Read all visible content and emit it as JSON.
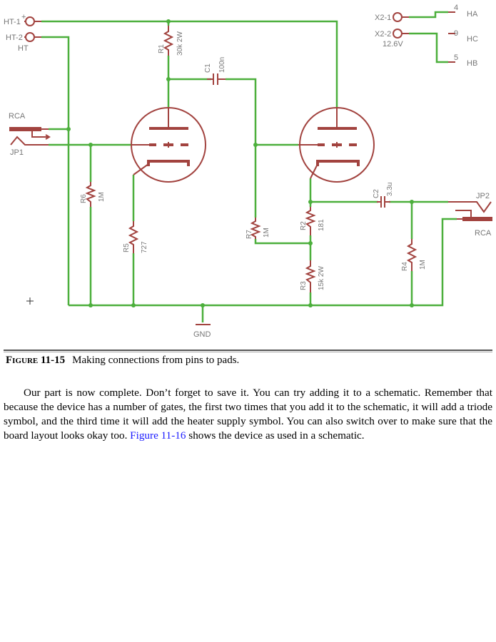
{
  "schematic": {
    "pads": {
      "ht1": "HT-1",
      "ht1_sup": "+",
      "ht2": "HT-2",
      "ht": "HT",
      "x21": "X2-1",
      "x22": "X2-2",
      "v126": "12.6V"
    },
    "heater": {
      "p4": "4",
      "p9": "9",
      "p5": "5",
      "ha": "HA",
      "hc": "HC",
      "hb": "HB"
    },
    "parts": {
      "r1": "R1",
      "r1v": "30k 2W",
      "c1": "C1",
      "c1v": "100n",
      "r6": "R6",
      "r6v": "1M",
      "r5": "R5",
      "r5v": "727",
      "r7": "R7",
      "r7v": "1M",
      "r2": "R2",
      "r2v": "181",
      "r3": "R3",
      "r3v": "15k 2W",
      "c2": "C2",
      "c2v": "3.3u",
      "r4": "R4",
      "r4v": "1M"
    },
    "jacks": {
      "rca1": "RCA",
      "jp1": "JP1",
      "rca2": "RCA",
      "jp2": "JP2"
    },
    "gnd": "GND",
    "colors": {
      "wire": "#4caf3c",
      "part": "#a2433f"
    }
  },
  "caption": {
    "figure": "Figure 11-15",
    "text": "Making connections from pins to pads."
  },
  "paragraph": {
    "before": "Our part is now complete. Don’t forget to save it. You can try adding it to a schematic. Remember that because the device has a number of gates, the first two times that you add it to the schematic, it will add a triode symbol, and the third time it will add the heater supply symbol. You can also switch over to make sure that the board layout looks okay too. ",
    "link": "Figure 11-16",
    "after": " shows the device as used in a schematic."
  }
}
